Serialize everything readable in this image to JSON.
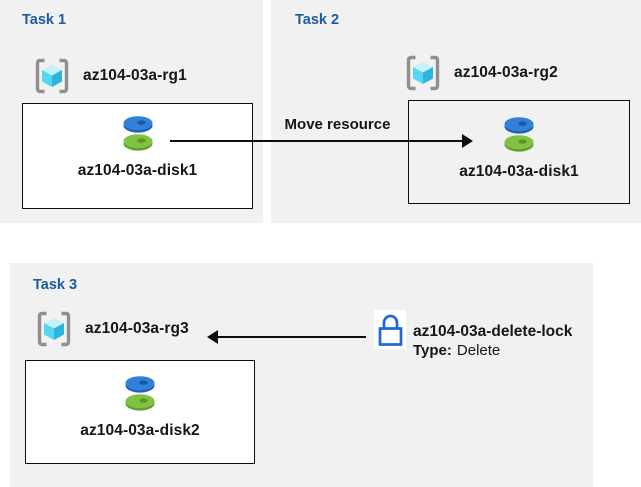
{
  "diagram": {
    "tasks": [
      {
        "title": "Task 1",
        "resource_group": "az104-03a-rg1",
        "resource": "az104-03a-disk1"
      },
      {
        "title": "Task 2",
        "resource_group": "az104-03a-rg2",
        "resource": "az104-03a-disk1"
      },
      {
        "title": "Task 3",
        "resource_group": "az104-03a-rg3",
        "resource": "az104-03a-disk2"
      }
    ],
    "move_arrow_label": "Move resource",
    "lock": {
      "name": "az104-03a-delete-lock",
      "type_label": "Type:",
      "type_value": "Delete"
    }
  },
  "icons": {
    "resource_group": "azure-resource-group-icon",
    "disk": "azure-managed-disk-icon",
    "lock": "delete-lock-icon"
  },
  "colors": {
    "panel_bg": "#f1f1f1",
    "heading_blue": "#1a5c9e",
    "text_black": "#161616",
    "box_border": "#0d0d0d",
    "arrow": "#0d0d0d",
    "lock_blue": "#1d66d8",
    "bracket_gray": "#8f8f8f",
    "cube_top": "#c9f0f9",
    "cube_left": "#54d8f2",
    "cube_right": "#2db4de",
    "disk_blue_top": "#3181d8",
    "disk_blue_side": "#1f63b4",
    "disk_green_top": "#80c342",
    "disk_green_side": "#619f2d"
  }
}
